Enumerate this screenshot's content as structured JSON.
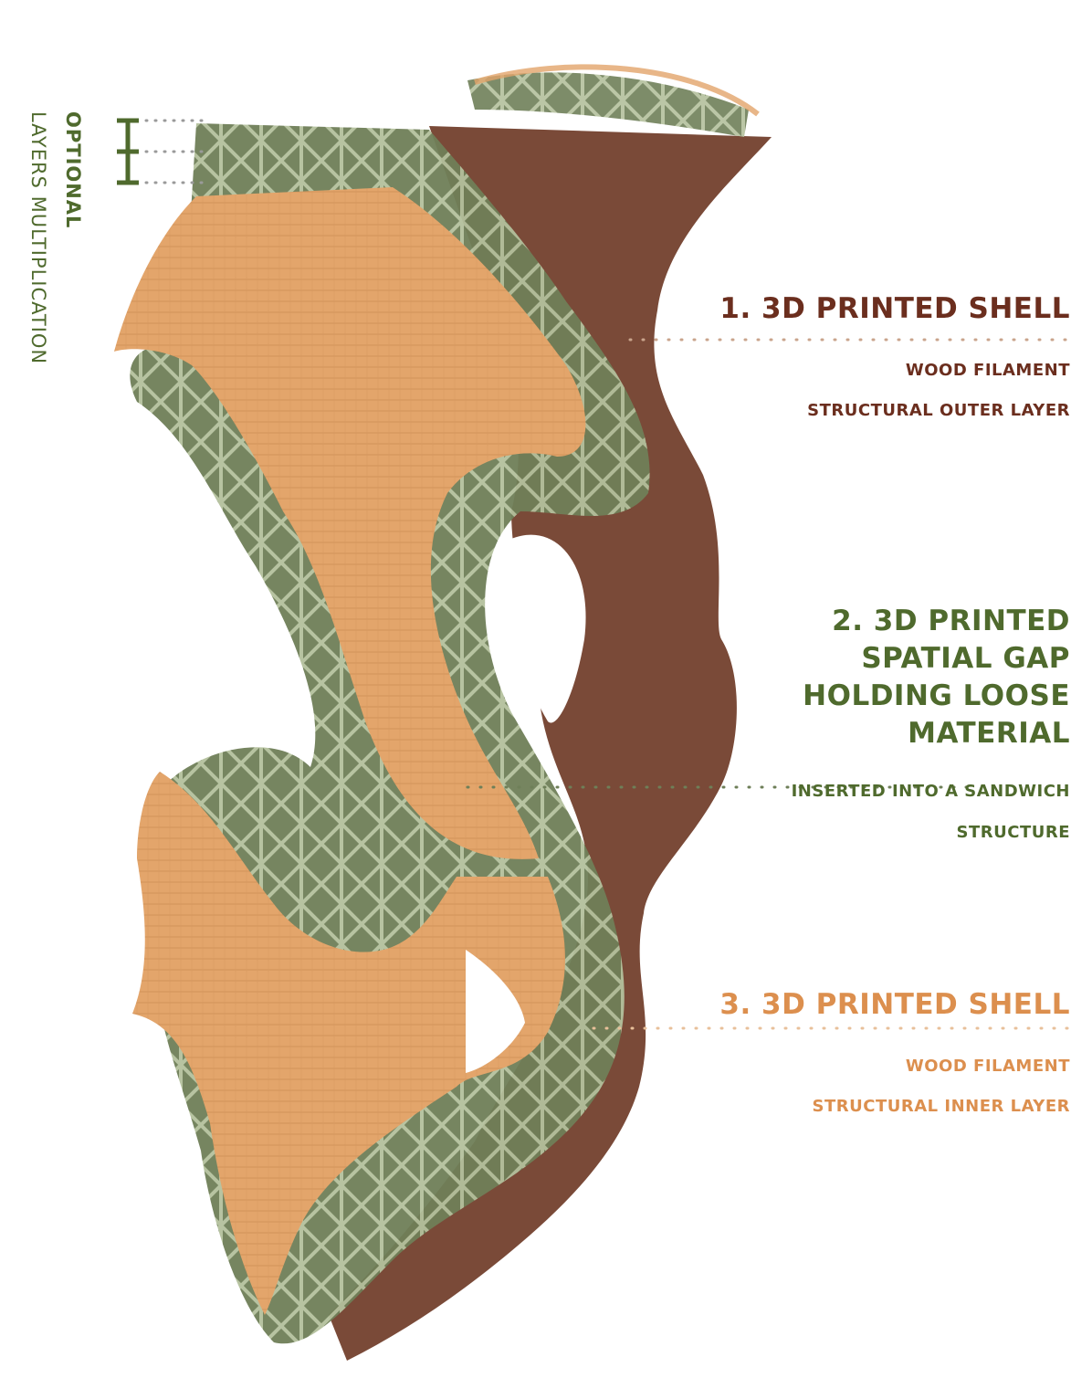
{
  "colors": {
    "outer_shell": "#7a4a38",
    "spatial_gap": "#5a6e3f",
    "inner_shell": "#e2a46a",
    "lattice": "#9aaa84"
  },
  "side_label": {
    "line1": "OPTIONAL",
    "line2": "LAYERS MULTIPLICATION"
  },
  "labels": {
    "outer": {
      "title": "1. 3D PRINTED SHELL",
      "sub1": "WOOD FILAMENT",
      "sub2": "STRUCTURAL OUTER LAYER"
    },
    "gap": {
      "title": "2. 3D PRINTED SPATIAL GAP HOLDING LOOSE MATERIAL",
      "sub1": "INSERTED INTO A SANDWICH",
      "sub2": "STRUCTURE"
    },
    "inner": {
      "title": "3. 3D PRINTED SHELL",
      "sub1": "WOOD FILAMENT",
      "sub2": "STRUCTURAL INNER LAYER"
    }
  }
}
